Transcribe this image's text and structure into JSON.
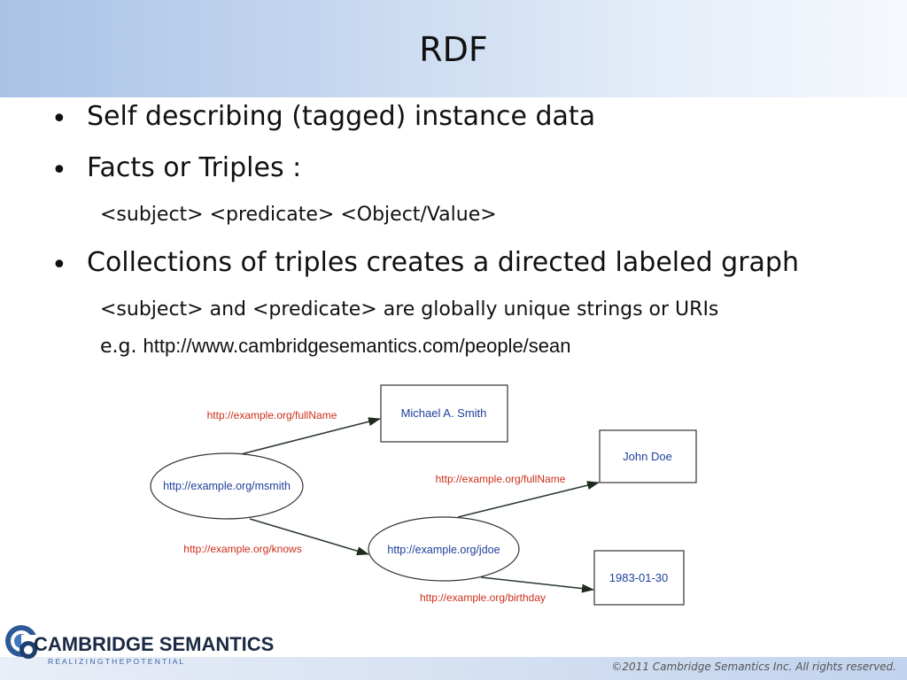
{
  "slide": {
    "title": "RDF"
  },
  "bullets": [
    {
      "text": "Self describing (tagged) instance data"
    },
    {
      "text": "Facts or Triples  :"
    },
    {
      "sub": "<subject> <predicate> <Object/Value>"
    },
    {
      "text": "Collections of triples creates a directed labeled graph"
    },
    {
      "sub": "<subject> and <predicate> are globally unique strings or URIs"
    },
    {
      "sub_prefix": "e.g. ",
      "sub_url": "http://www.cambridgesemantics.com/people/sean"
    }
  ],
  "diagram": {
    "nodes": {
      "msmith": "http://example.org/msmith",
      "jdoe": "http://example.org/jdoe",
      "michael": "Michael A. Smith",
      "john": "John Doe",
      "birthday": "1983-01-30"
    },
    "edges": {
      "fullname1": "http://example.org/fullName",
      "knows": "http://example.org/knows",
      "fullname2": "http://example.org/fullName",
      "birthday": "http://example.org/birthday"
    },
    "colors": {
      "node_text": "#1f3f9a",
      "edge_text": "#cc2f1a",
      "arrow": "#2b3a2b"
    }
  },
  "logo": {
    "name": "CAMBRIDGE SEMANTICS",
    "tagline": "R E A L I Z I N G   T H E   P O T E N T I A L"
  },
  "footer": {
    "copyright": "©2011 Cambridge Semantics Inc. All rights reserved."
  }
}
